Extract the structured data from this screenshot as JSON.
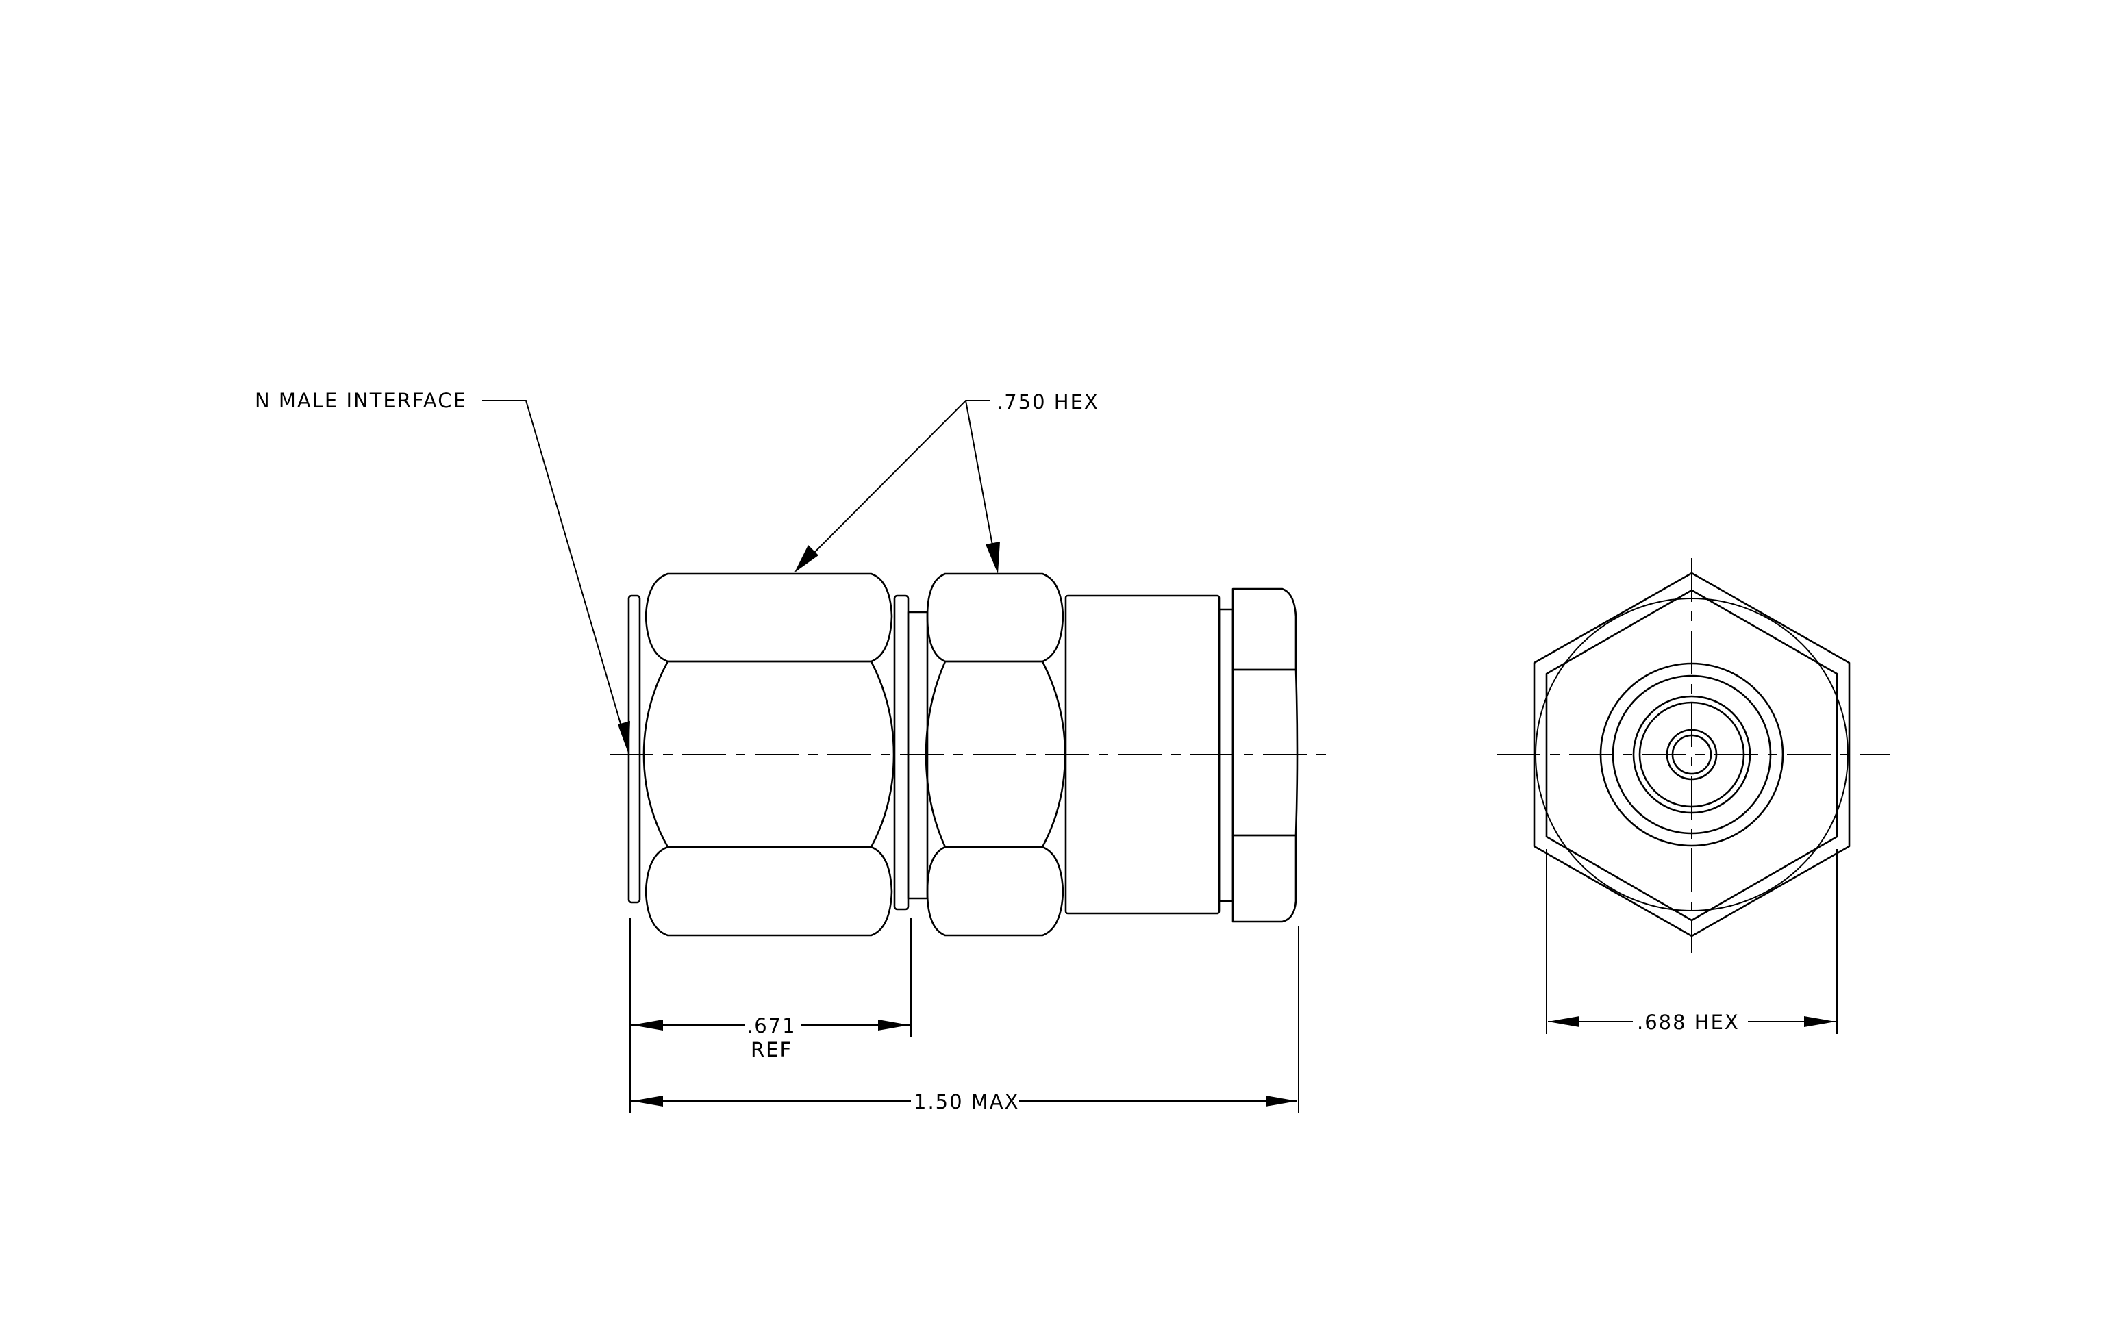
{
  "annotations": {
    "interface": "N MALE INTERFACE",
    "hex_large": ".750 HEX",
    "hex_end": ".688 HEX"
  },
  "dimensions": {
    "ref_length_value": ".671",
    "ref_length_note": "REF",
    "overall_length": "1.50 MAX"
  }
}
